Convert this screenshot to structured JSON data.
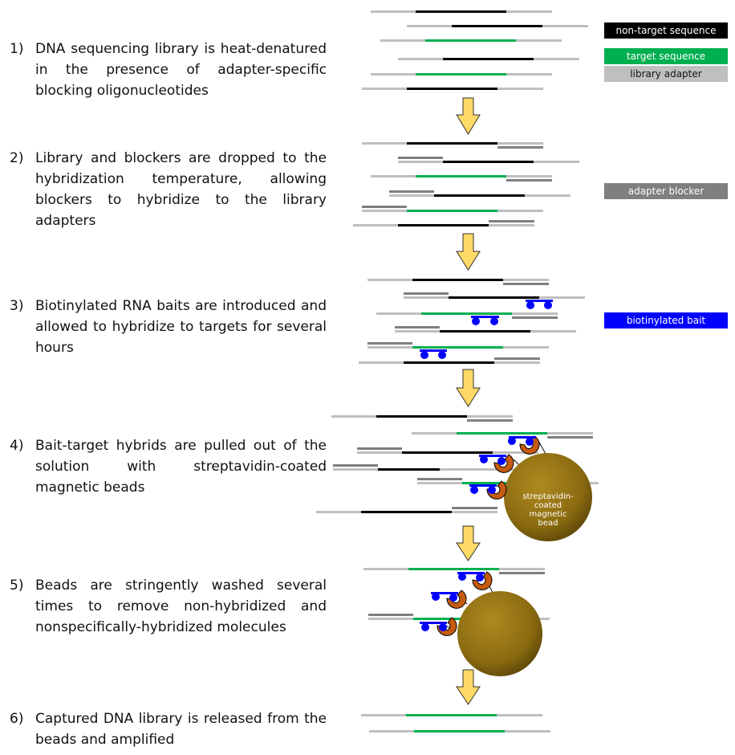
{
  "steps": [
    {
      "num": "1)",
      "text": "DNA sequencing library is heat-denatured in the presence of adapter-specific blocking oligonucleotides"
    },
    {
      "num": "2)",
      "text": "Library and blockers are dropped to the hybridization temperature, allowing blockers to hybridize to the library adapters"
    },
    {
      "num": "3)",
      "text": "Biotinylated RNA baits are introduced and allowed to hybridize to targets for several hours"
    },
    {
      "num": "4)",
      "text": "Bait-target hybrids are pulled out of the solution with streptavidin-coated magnetic beads"
    },
    {
      "num": "5)",
      "text": "Beads are stringently washed several times to remove non-hybridized and nonspecifically-hybridized molecules"
    },
    {
      "num": "6)",
      "text": "Captured DNA library is released from the beads and amplified"
    }
  ],
  "legend": {
    "non_target": "non-target sequence",
    "target": "target sequence",
    "adapter": "library adapter",
    "blocker": "adapter blocker",
    "bait": "biotinylated bait"
  },
  "bead_label": [
    "streptavidin-",
    "coated",
    "magnetic",
    "bead"
  ],
  "colors": {
    "non_target": "#000000",
    "target": "#00b050",
    "adapter": "#bfbfbf",
    "blocker": "#7f7f7f",
    "bait": "#0000ff",
    "arrow": "#ffd966",
    "bead": "#8a6a10",
    "streptavidin": "#c55a11"
  }
}
